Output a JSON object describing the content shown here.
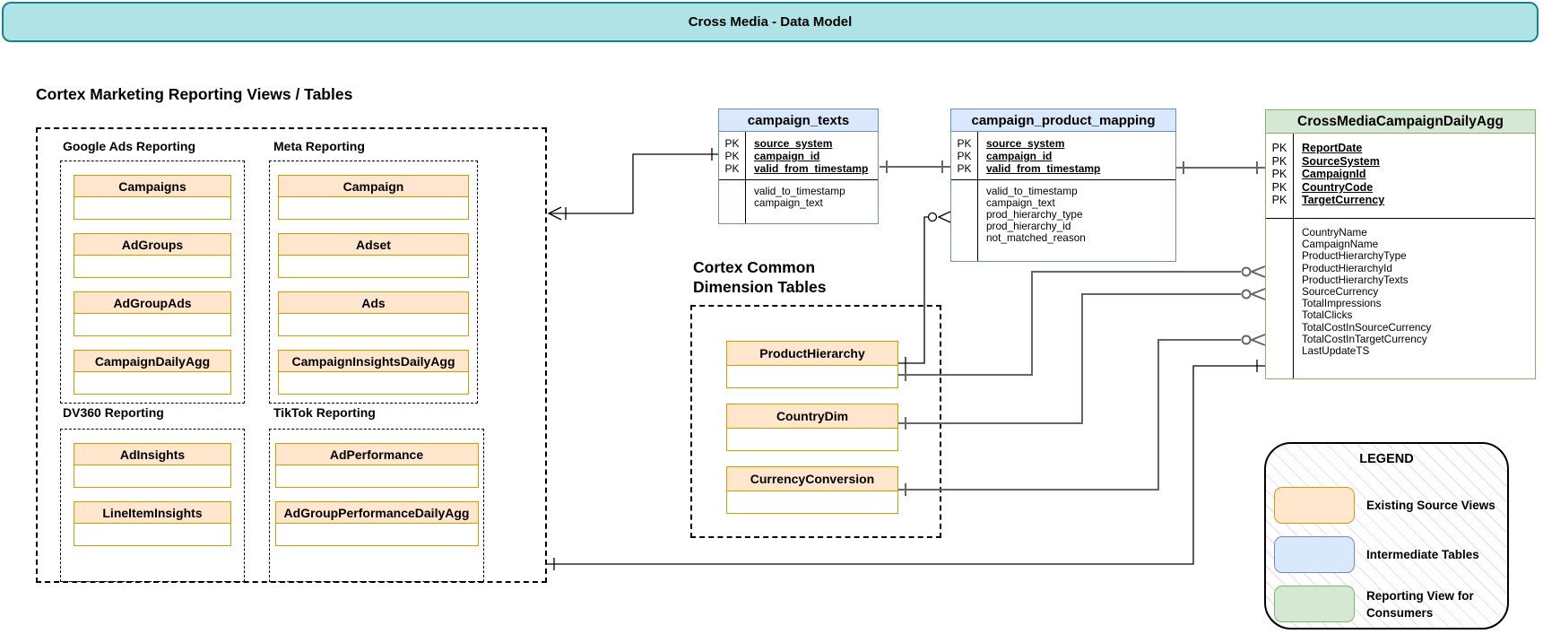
{
  "title": "Cross Media - Data Model",
  "pk_label": "PK",
  "sections": {
    "marketing": {
      "heading": "Cortex Marketing Reporting Views / Tables",
      "groups": [
        {
          "label": "Google Ads Reporting",
          "entities": [
            "Campaigns",
            "AdGroups",
            "AdGroupAds",
            "CampaignDailyAgg"
          ]
        },
        {
          "label": "Meta Reporting",
          "entities": [
            "Campaign",
            "Adset",
            "Ads",
            "CampaignInsightsDailyAgg"
          ]
        },
        {
          "label": "DV360 Reporting",
          "entities": [
            "AdInsights",
            "LineItemInsights"
          ]
        },
        {
          "label": "TikTok Reporting",
          "entities": [
            "AdPerformance",
            "AdGroupPerformanceDailyAgg"
          ]
        }
      ]
    },
    "dimensions": {
      "heading": "Cortex Common\nDimension Tables",
      "entities": [
        "ProductHierarchy",
        "CountryDim",
        "CurrencyConversion"
      ]
    }
  },
  "tables": [
    {
      "name": "campaign_texts",
      "pk": [
        "source_system",
        "campaign_id",
        "valid_from_timestamp"
      ],
      "fields": [
        "valid_to_timestamp",
        "campaign_text"
      ]
    },
    {
      "name": "campaign_product_mapping",
      "pk": [
        "source_system",
        "campaign_id",
        "valid_from_timestamp"
      ],
      "fields": [
        "valid_to_timestamp",
        "campaign_text",
        "prod_hierarchy_type",
        "prod_hierarchy_id",
        "not_matched_reason"
      ]
    },
    {
      "name": "CrossMediaCampaignDailyAgg",
      "pk": [
        "ReportDate",
        "SourceSystem",
        "CampaignId",
        "CountryCode",
        "TargetCurrency"
      ],
      "fields": [
        "CountryName",
        "CampaignName",
        "ProductHierarchyType",
        "ProductHierarchyId",
        "ProductHierarchyTexts",
        "SourceCurrency",
        "TotalImpressions",
        "TotalClicks",
        "TotalCostInSourceCurrency",
        "TotalCostInTargetCurrency",
        "LastUpdateTS"
      ]
    }
  ],
  "legend": {
    "title": "LEGEND",
    "items": [
      {
        "label": "Existing Source Views",
        "color": "#ffe6cc",
        "border": "#d79b00"
      },
      {
        "label": "Intermediate Tables",
        "color": "#dae8fc",
        "border": "#6c8ebf"
      },
      {
        "label": "Reporting View for Consumers",
        "color": "#d5e8d4",
        "border": "#82b366"
      }
    ]
  },
  "colors": {
    "banner_fill": "#b0e3e6",
    "banner_border": "#12848e",
    "existing_source_fill": "#ffe6cc",
    "existing_source_border": "#d79b00",
    "intermediate_fill": "#dae8fc",
    "intermediate_border": "#6c8ebf",
    "reporting_fill": "#d5e8d4",
    "reporting_border": "#82b366",
    "wire_gray": "#666666",
    "wire_black": "#000000"
  }
}
